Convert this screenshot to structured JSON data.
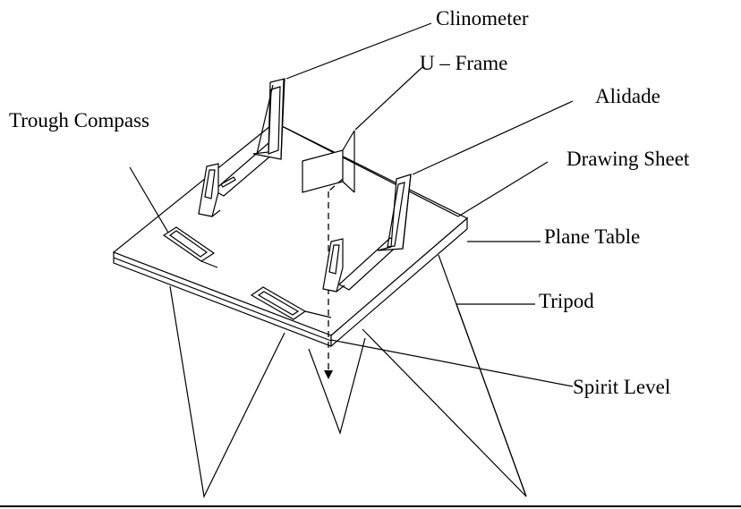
{
  "labels": {
    "clinometer": "Clinometer",
    "u_frame": "U – Frame",
    "alidade": "Alidade",
    "trough_compass": "Trough Compass",
    "drawing_sheet": "Drawing Sheet",
    "plane_table": "Plane Table",
    "tripod": "Tripod",
    "spirit_level": "Spirit Level"
  }
}
